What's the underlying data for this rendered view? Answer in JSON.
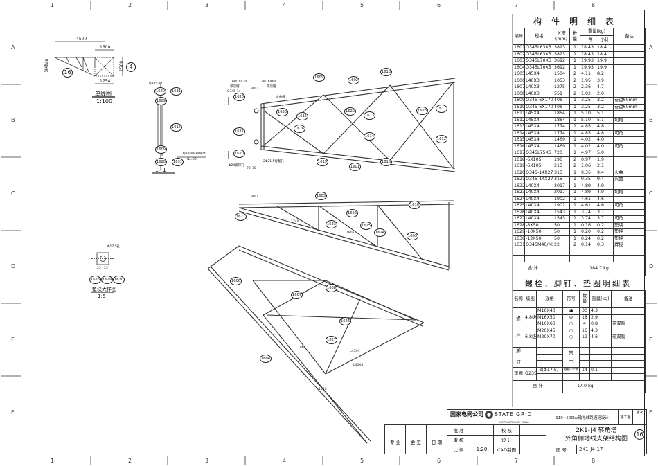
{
  "grid": {
    "cols": [
      "1",
      "2",
      "3",
      "4",
      "5",
      "6",
      "7",
      "8"
    ],
    "rows": [
      "A",
      "B",
      "C",
      "D",
      "E",
      "F"
    ]
  },
  "single_line": {
    "dim_total": "4500",
    "dim_top": "1600",
    "dim_bottom": "1754",
    "dim_height": "1500",
    "dim_left": "轴线40",
    "member_no": "16",
    "ref_no": "4",
    "title": "单线图",
    "scale": "1:100"
  },
  "section": {
    "title": "1--1",
    "note_spec": "Q345M40/M24",
    "note_len": "(L=22)",
    "plate": "Q345-14",
    "labels": [
      "1620",
      "1631",
      "1609",
      "1617",
      "1609",
      "1620",
      "1631"
    ]
  },
  "washer": {
    "hole": "Φ17.5孔",
    "dim_a": "25",
    "dim_b": "25",
    "labels": [
      "1628",
      "1629",
      "1630"
    ],
    "title": "垫块大样图",
    "scale": "1:5"
  },
  "top_view": {
    "labels": [
      "1620",
      "1617",
      "1620",
      "1630",
      "1615",
      "1616",
      "1609",
      "1602",
      "1629",
      "1613",
      "1614",
      "1628",
      "1611",
      "1612",
      "1618",
      "1618",
      "1619",
      "1601"
    ],
    "notes": [
      "6M20X70",
      "带双帽",
      "2M16X60",
      "带双帽",
      "Q345-14",
      "80X3",
      "火曲线",
      "Φ24脚钉孔",
      "2Φ21.5穿基孔",
      "70",
      "70"
    ]
  },
  "mid_view": {
    "labels": [
      "1621",
      "1603",
      "1622",
      "1623",
      "1624",
      "1625",
      "1605",
      "1610"
    ],
    "notes": [
      "80X4",
      "1240",
      "1905"
    ]
  },
  "bottom_view": {
    "labels": [
      "1604",
      "1626",
      "1627",
      "1606",
      "1607",
      "1608"
    ],
    "notes": [
      "L45X4",
      "L40X4",
      "1865",
      "1540"
    ]
  },
  "parts": {
    "title": "构件明细表",
    "headers": {
      "no": "编号",
      "spec": "规格",
      "length": "长度",
      "length_unit": "(mm)",
      "qty": "数量",
      "weight": "重量(kg)",
      "each": "一件",
      "sub": "小计",
      "remark": "备注"
    },
    "rows": [
      [
        "1601",
        "Q345L63X5",
        "3823",
        "1",
        "18.43",
        "18.4",
        ""
      ],
      [
        "1602",
        "Q345L63X5",
        "3823",
        "1",
        "18.43",
        "18.4",
        ""
      ],
      [
        "1603",
        "Q345L70X5",
        "3692",
        "1",
        "19.93",
        "19.9",
        ""
      ],
      [
        "1604",
        "Q345L70X5",
        "3692",
        "1",
        "19.93",
        "19.9",
        ""
      ],
      [
        "1605",
        "L45X4",
        "1504",
        "2",
        "4.11",
        "8.2",
        ""
      ],
      [
        "1606",
        "L40X3",
        "1053",
        "2",
        "1.95",
        "3.9",
        ""
      ],
      [
        "1607",
        "L40X3",
        "1275",
        "2",
        "2.36",
        "4.7",
        ""
      ],
      [
        "1608",
        "L40X3",
        "551",
        "2",
        "1.02",
        "2.0",
        ""
      ],
      [
        "1609",
        "Q345-6X170",
        "406",
        "1",
        "3.25",
        "3.2",
        "卷边60mm"
      ],
      [
        "1610",
        "Q345-6X170",
        "406",
        "1",
        "3.25",
        "3.2",
        "卷边60mm"
      ],
      [
        "1611",
        "L45X4",
        "1864",
        "1",
        "5.10",
        "5.1",
        ""
      ],
      [
        "1612",
        "L45X4",
        "1864",
        "1",
        "5.10",
        "5.1",
        "切角"
      ],
      [
        "1613",
        "L45X4",
        "1774",
        "1",
        "4.85",
        "4.8",
        ""
      ],
      [
        "1614",
        "L45X4",
        "1774",
        "1",
        "4.85",
        "4.8",
        "切角"
      ],
      [
        "1615",
        "L45X4",
        "1469",
        "1",
        "4.02",
        "4.0",
        ""
      ],
      [
        "1616",
        "L45X4",
        "1469",
        "1",
        "4.02",
        "4.0",
        "切角"
      ],
      [
        "1617",
        "Q345L75X6",
        "720",
        "1",
        "4.97",
        "5.0",
        ""
      ],
      [
        "1618",
        "-6X105",
        "196",
        "2",
        "0.97",
        "1.9",
        ""
      ],
      [
        "1619",
        "-6X105",
        "215",
        "2",
        "1.06",
        "2.1",
        ""
      ],
      [
        "1620",
        "Q345-14X270",
        "315",
        "1",
        "9.35",
        "9.4",
        "火曲"
      ],
      [
        "1621",
        "Q345-14X270",
        "315",
        "1",
        "9.35",
        "9.4",
        "火曲"
      ],
      [
        "1622",
        "L40X4",
        "2017",
        "1",
        "4.89",
        "4.9",
        ""
      ],
      [
        "1623",
        "L40X4",
        "2017",
        "1",
        "4.89",
        "4.9",
        "切角"
      ],
      [
        "1624",
        "L40X4",
        "1902",
        "1",
        "4.61",
        "4.6",
        ""
      ],
      [
        "1625",
        "L40X4",
        "1902",
        "1",
        "4.61",
        "4.6",
        "切角"
      ],
      [
        "1626",
        "L40X4",
        "1543",
        "1",
        "3.74",
        "3.7",
        ""
      ],
      [
        "1627",
        "L40X4",
        "1543",
        "1",
        "3.74",
        "3.7",
        "切角"
      ],
      [
        "1628",
        "-8X50",
        "50",
        "1",
        "0.16",
        "0.2",
        "垫块"
      ],
      [
        "1629",
        "-10X50",
        "50",
        "1",
        "0.20",
        "0.2",
        "垫块"
      ],
      [
        "1630",
        "-12X50",
        "50",
        "1",
        "0.24",
        "0.2",
        "垫块"
      ],
      [
        "1631",
        "Q345M40/M24",
        "22",
        "2",
        "0.14",
        "0.3",
        "焊接"
      ]
    ],
    "total_label": "合  计",
    "total": "184.7 kg"
  },
  "bolts": {
    "title": "螺栓、脚钉、垫圈明细表",
    "headers": {
      "name": "名称",
      "grade": "级别",
      "spec": "规格",
      "symbol": "符号",
      "qty": "数量",
      "weight": "重量(kg)",
      "remark": "备注"
    },
    "bolt_name_a": "螺",
    "bolt_name_b": "栓",
    "grade_48": "4.8级",
    "grade_68": "6.8级",
    "rows": [
      {
        "spec": "M16X40",
        "qty": "30",
        "weight": "4.3",
        "remark": ""
      },
      {
        "spec": "M16X50",
        "qty": "18",
        "weight": "2.9",
        "remark": ""
      },
      {
        "spec": "M16X60",
        "qty": "4",
        "weight": "0.8",
        "remark": "带双帽"
      },
      {
        "spec": "M20X45",
        "qty": "16",
        "weight": "4.3",
        "remark": ""
      },
      {
        "spec": "M20X70",
        "qty": "12",
        "weight": "4.6",
        "remark": "带双帽"
      }
    ],
    "step_name_a": "脚",
    "step_name_b": "钉",
    "washer_name": "垫圈",
    "washer_grade": "Q235",
    "washer_spec": "-3(Φ17.5)",
    "washer_symbol": "规格X个数",
    "washer_qty": "14",
    "washer_weight": "0.1",
    "total_label": "合  计",
    "total": "17.0 kg"
  },
  "title_block": {
    "company": "国家电网公司",
    "brand": "STATE GRID",
    "brand_sub": "CORPORATION OF CHINA",
    "project": "110~500kV输电线路通用设计",
    "stage": "施工图",
    "version_label": "版次",
    "approve": "批 准",
    "review": "审 核",
    "scale_label": "比 例",
    "scale": "1:20",
    "check": "校 核",
    "design": "设 计",
    "cad": "CAD制图",
    "title_line1": "2K1-J4  转角塔",
    "title_line2": "外角侧地线支架结构图",
    "title_no": "16",
    "drawing_no_label": "图 号",
    "drawing_no": "2K1-J4-17",
    "rev_headers": [
      "专 业",
      "会 签",
      "日 期"
    ]
  }
}
